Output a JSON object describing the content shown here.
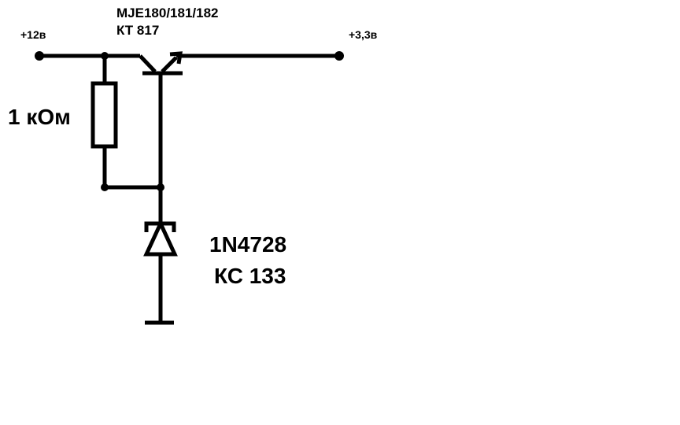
{
  "diagram": {
    "terminals": {
      "input_label": "+12в",
      "output_label": "+3,3в"
    },
    "transistor": {
      "part_line1": "MJE180/181/182",
      "part_line2": "КТ 817"
    },
    "resistor": {
      "value_label": "1 кОм"
    },
    "zener": {
      "part_line1": "1N4728",
      "part_line2": "КС 133"
    },
    "colors": {
      "background": "#ffffff",
      "ink": "#000000"
    }
  }
}
